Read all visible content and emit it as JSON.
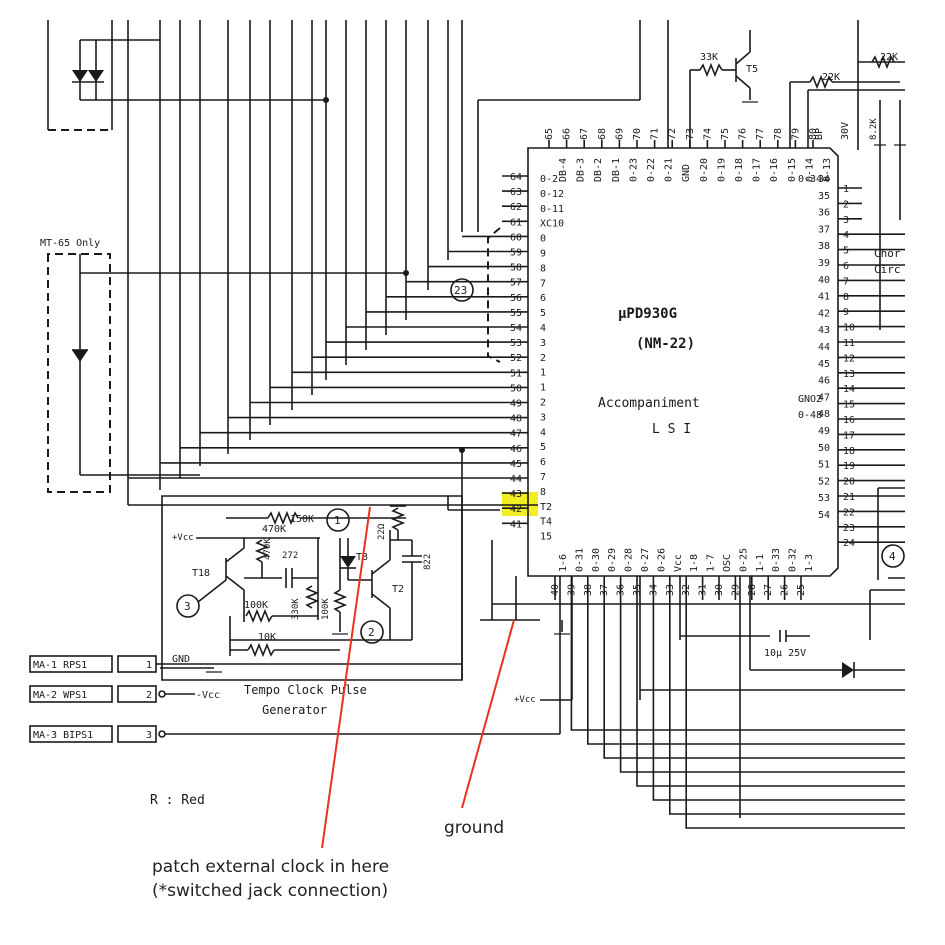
{
  "chip": {
    "part": "µPD930G",
    "code": "(NM-22)",
    "function_line1": "Accompaniment",
    "function_line2": "L S I"
  },
  "pins": {
    "left_numbers": [
      "64",
      "63",
      "62",
      "61",
      "60",
      "59",
      "58",
      "57",
      "56",
      "55",
      "54",
      "53",
      "52",
      "51",
      "50",
      "49",
      "48",
      "47",
      "46",
      "45",
      "44",
      "43",
      "42",
      "41"
    ],
    "left_inner": [
      "0-2",
      "0-12",
      "0-11",
      "XC10",
      "0",
      "9",
      "8",
      "7",
      "6",
      "5",
      "4",
      "3",
      "2",
      "1",
      "1",
      "2",
      "3",
      "4",
      "5",
      "6",
      "7",
      "8",
      "T2",
      "T4",
      "15"
    ],
    "top_numbers": [
      "65",
      "66",
      "67",
      "68",
      "69",
      "70",
      "71",
      "72",
      "73",
      "74",
      "75",
      "76",
      "77",
      "78",
      "79",
      "80"
    ],
    "top_inner": [
      "DB-4",
      "DB-3",
      "DB-2",
      "DB-1",
      "0-23",
      "0-22",
      "0-21",
      "GND",
      "0-20",
      "0-19",
      "0-18",
      "0-17",
      "0-16",
      "0-15",
      "0-14",
      "0-13"
    ],
    "right_numbers": [
      "1",
      "2",
      "3",
      "4",
      "5",
      "6",
      "7",
      "8",
      "9",
      "10",
      "11",
      "12",
      "13",
      "14",
      "15",
      "16",
      "17",
      "18",
      "19",
      "20",
      "21",
      "22",
      "23",
      "24"
    ],
    "right_outer": [
      "34",
      "35",
      "36",
      "37",
      "38",
      "39",
      "40",
      "41",
      "42",
      "43",
      "44",
      "45",
      "46",
      "47",
      "48",
      "49",
      "50",
      "51",
      "52",
      "53",
      "54"
    ],
    "right_inner": [
      "0-34",
      "GNO2",
      "0-48"
    ],
    "bottom_numbers": [
      "40",
      "39",
      "38",
      "37",
      "36",
      "35",
      "34",
      "33",
      "32",
      "31",
      "30",
      "29",
      "28",
      "27",
      "26",
      "25"
    ],
    "bottom_inner": [
      "1-6",
      "0-31",
      "0-30",
      "0-29",
      "0-28",
      "0-27",
      "0-26",
      "Vcc",
      "1-8",
      "1-7",
      "OSC",
      "0-25",
      "1-1",
      "0-33",
      "0-32",
      "1-3"
    ]
  },
  "labels": {
    "mt65": "MT-65 Only",
    "chord": "Chor",
    "circ": "Circ",
    "r_red": "R : Red",
    "vcc_top": "+Vcc",
    "vcc_bottom": "+Vcc",
    "gnd": "GND",
    "vcc_conn": "-Vcc",
    "t18": "T18",
    "t3": "T3",
    "t2": "T2",
    "t5": "T5",
    "tempo_line1": "Tempo Clock Pulse",
    "tempo_line2": "Generator",
    "cap_10u": "10µ 25V",
    "ma1": "MA-1 RPS1",
    "ma2": "MA-2 WPS1",
    "ma3": "MA-3 BIPS1",
    "conn1": "1",
    "conn2": "2",
    "conn3": "3",
    "circle1": "1",
    "circle2": "2",
    "circle3": "3",
    "circle4": "4",
    "circle23": "23",
    "bp": "BP",
    "bp_val": "30V",
    "r_150k": "150K",
    "r_470k": "470K",
    "r_470k_b": "470K",
    "c_272": "272",
    "r_100k": "100K",
    "r_330k": "330K",
    "r_100k_b": "100K",
    "r_10k": "10K",
    "r_22": "22Ω",
    "c_822": "822",
    "r_33k": "33K",
    "r_22k": "22K",
    "r_22k_b": "22K",
    "r_82k": "8.2K"
  },
  "annotations": {
    "ground": "ground",
    "patch_line1": "patch external clock in here",
    "patch_line2": "(*switched jack connection)"
  },
  "highlight": {
    "pin": "43",
    "color": "#f2ee22"
  },
  "colors": {
    "ink": "#1a1a1a",
    "arrow": "#e8321e",
    "background": "#ffffff"
  }
}
